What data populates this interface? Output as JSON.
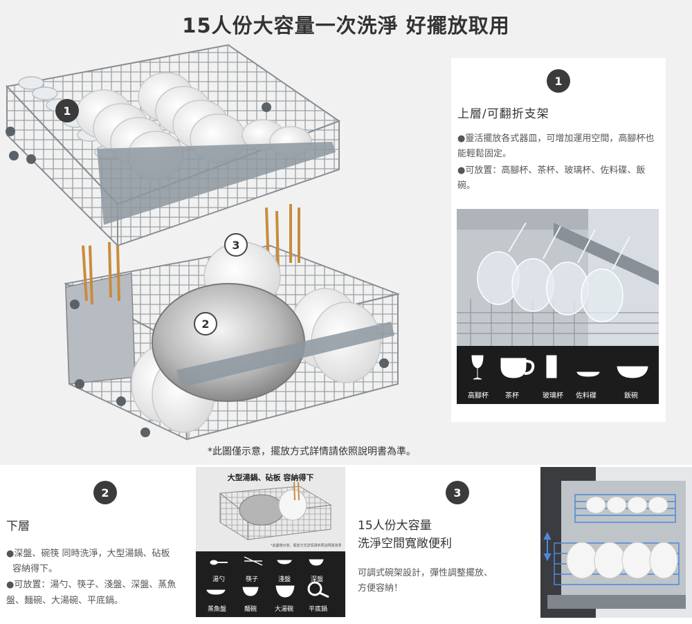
{
  "page": {
    "title": "15人份大容量一次洗淨 好擺放取用",
    "note": "*此圖僅示意，擺放方式詳情請依照說明書為準。"
  },
  "hero": {
    "badge_upper": "1",
    "badge_cutlery": "3",
    "badge_lower": "2"
  },
  "upper_rack": {
    "badge": "1",
    "heading": "上層/可翻折支架",
    "bullet1": "●靈活擺放各式器皿，可增加運用空間，高腳杯也能輕鬆固定。",
    "bullet2": "●可放置：高腳杯、茶杯、玻璃杯、佐料碟、飯碗。",
    "icons": [
      {
        "icon": "wine-glass-icon",
        "label": "高腳杯"
      },
      {
        "icon": "tea-cup-icon",
        "label": "茶杯"
      },
      {
        "icon": "glass-icon",
        "label": "玻璃杯"
      },
      {
        "icon": "sauce-dish-icon",
        "label": "佐料碟"
      },
      {
        "icon": "rice-bowl-icon",
        "label": "飯碗"
      }
    ]
  },
  "lower_rack": {
    "badge": "2",
    "heading": "下層",
    "bullet1_line1": "●深盤、碗筷 同時洗淨，大型湯鍋、砧板",
    "bullet1_line2": "容納得下。",
    "bullet2_line1": "●可放置：湯勺、筷子、淺盤、深盤、蒸魚",
    "bullet2_line2": "盤、麵碗、大湯碗、平底鍋。",
    "panel_title": "大型湯鍋、砧板 容納得下",
    "panel_note": "*此圖僅示意，擺放方式詳情請依照說明書為準",
    "icons_row1": [
      {
        "icon": "ladle-icon",
        "label": "湯勺"
      },
      {
        "icon": "chopsticks-icon",
        "label": "筷子"
      },
      {
        "icon": "shallow-plate-icon",
        "label": "淺盤"
      },
      {
        "icon": "deep-plate-icon",
        "label": "深盤"
      }
    ],
    "icons_row2": [
      {
        "icon": "fish-plate-icon",
        "label": "蒸魚盤"
      },
      {
        "icon": "noodle-bowl-icon",
        "label": "麵碗"
      },
      {
        "icon": "soup-bowl-icon",
        "label": "大湯碗"
      },
      {
        "icon": "frying-pan-icon",
        "label": "平底鍋"
      }
    ]
  },
  "capacity": {
    "badge": "3",
    "title_line1": "15人份大容量",
    "title_line2": "洗淨空間寬敞便利",
    "body_line1": "可調式碗架設計，彈性調整擺放、",
    "body_line2": "方便容納！"
  }
}
